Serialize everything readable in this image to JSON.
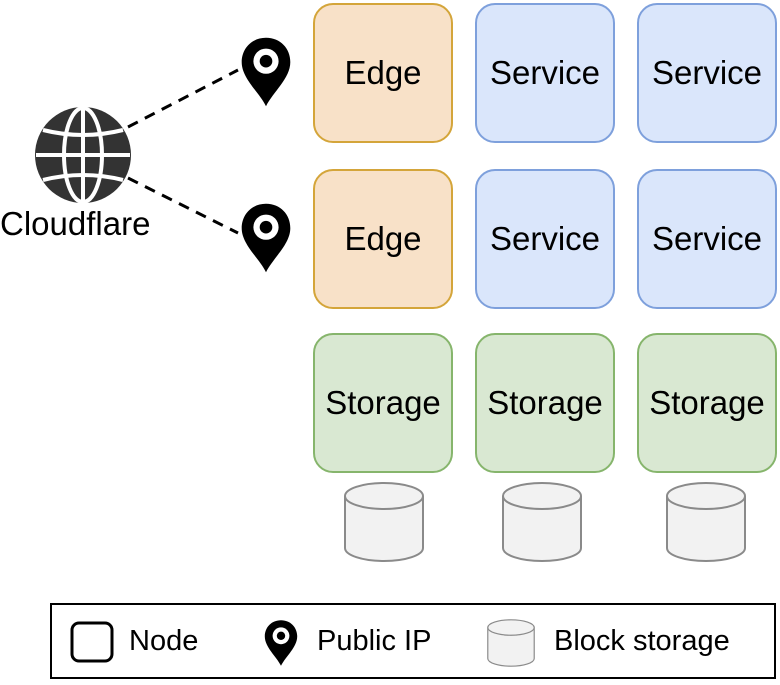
{
  "diagram": {
    "cloud_label": "Cloudflare",
    "nodes": {
      "edge_1": "Edge",
      "service_1a": "Service",
      "service_1b": "Service",
      "edge_2": "Edge",
      "service_2a": "Service",
      "service_2b": "Service",
      "storage_1": "Storage",
      "storage_2": "Storage",
      "storage_3": "Storage"
    },
    "icons": {
      "cloud": "globe-icon",
      "ip": "location-pin-icon",
      "disk": "cylinder-icon"
    },
    "colors": {
      "edge_fill": "#f8e1c8",
      "edge_border": "#d4a53a",
      "service_fill": "#dae6fb",
      "service_border": "#7ea0dc",
      "storage_fill": "#d9e8d2",
      "storage_border": "#86b56c"
    }
  },
  "legend": {
    "node": "Node",
    "public_ip": "Public IP",
    "block_storage": "Block storage"
  }
}
